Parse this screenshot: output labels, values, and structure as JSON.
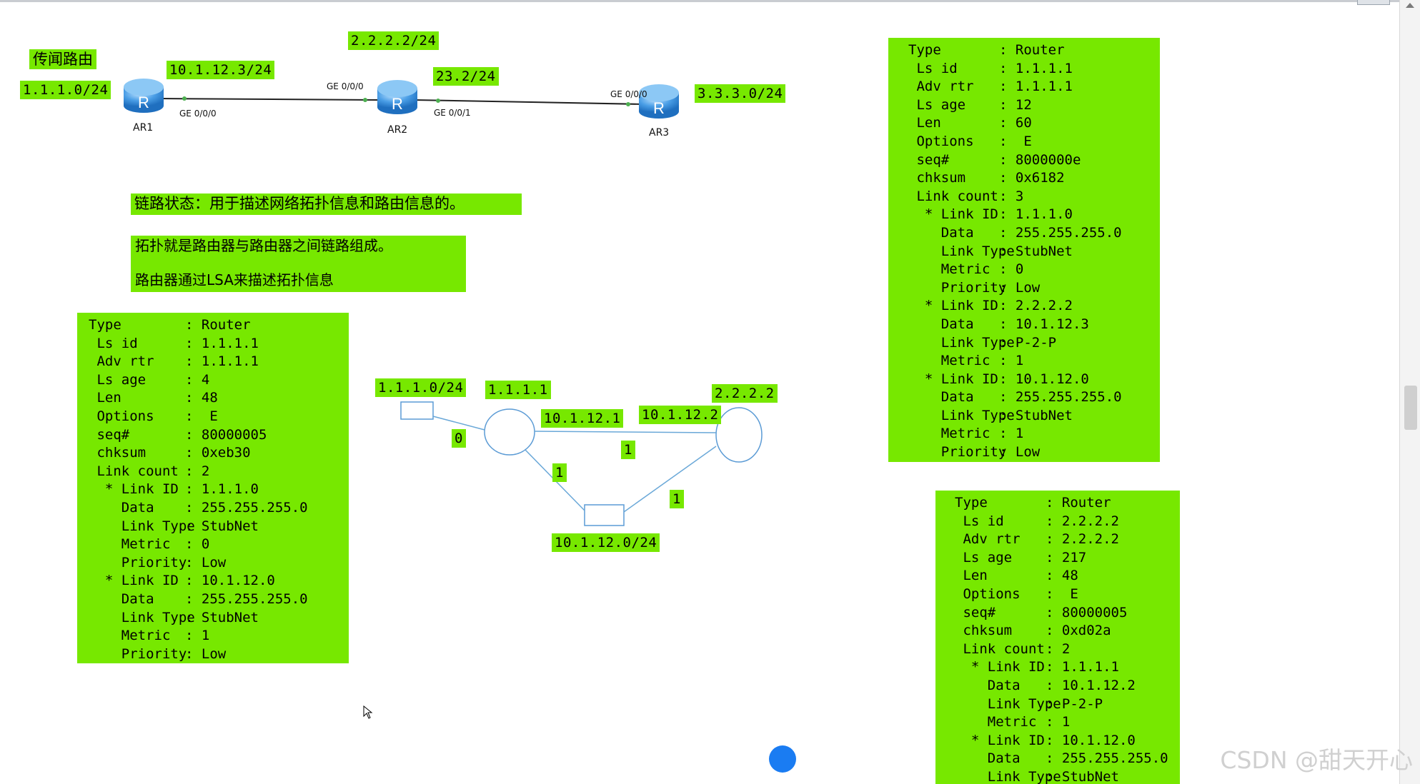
{
  "topology": {
    "rumor_label": "传闻路由",
    "network_ar1": "1.1.1.0/24",
    "network_ar3": "3.3.3.0/24",
    "ip_ar1_ar2": "10.1.12.3/24",
    "ip_ar2_loop": "2.2.2.2/24",
    "ip_ar2_ar3": "23.2/24",
    "devices": [
      "AR1",
      "AR2",
      "AR3"
    ],
    "ports": {
      "ar1_g0": "GE 0/0/0",
      "ar2_g0": "GE 0/0/0",
      "ar2_g1": "GE 0/0/1",
      "ar3_g0": "GE 0/0/0"
    }
  },
  "notes": {
    "link_state": "链路状态：用于描述网络拓扑信息和路由信息的。",
    "topology": "拓扑就是路由器与路由器之间链路组成。",
    "lsa": "路由器通过LSA来描述拓扑信息"
  },
  "lsdb_left": {
    "rows": [
      {
        "k": "Type      ",
        "v": ": Router"
      },
      {
        "k": " Ls id     ",
        "v": ": 1.1.1.1"
      },
      {
        "k": " Adv rtr   ",
        "v": ": 1.1.1.1"
      },
      {
        "k": " Ls age    ",
        "v": ": 4"
      },
      {
        "k": " Len       ",
        "v": ": 48"
      },
      {
        "k": " Options   ",
        "v": ":  E"
      },
      {
        "k": " seq#      ",
        "v": ": 80000005"
      },
      {
        "k": " chksum    ",
        "v": ": 0xeb30"
      },
      {
        "k": " Link count",
        "v": ": 2"
      },
      {
        "k": "  * Link ID",
        "v": ": 1.1.1.0"
      },
      {
        "k": "    Data   ",
        "v": ": 255.255.255.0"
      },
      {
        "k": "    Link Type",
        "v": ": StubNet"
      },
      {
        "k": "    Metric ",
        "v": ": 0"
      },
      {
        "k": "    Priority ",
        "v": ": Low"
      },
      {
        "k": "  * Link ID",
        "v": ": 10.1.12.0"
      },
      {
        "k": "    Data   ",
        "v": ": 255.255.255.0"
      },
      {
        "k": "    Link Type",
        "v": ": StubNet"
      },
      {
        "k": "    Metric ",
        "v": ": 1"
      },
      {
        "k": "    Priority ",
        "v": ": Low"
      }
    ]
  },
  "lsdb_right_top": {
    "rows": [
      {
        "k": "Type      ",
        "v": ": Router"
      },
      {
        "k": " Ls id     ",
        "v": ": 1.1.1.1"
      },
      {
        "k": " Adv rtr   ",
        "v": ": 1.1.1.1"
      },
      {
        "k": " Ls age    ",
        "v": ": 12"
      },
      {
        "k": " Len       ",
        "v": ": 60"
      },
      {
        "k": " Options   ",
        "v": ":  E"
      },
      {
        "k": " seq#      ",
        "v": ": 8000000e"
      },
      {
        "k": " chksum    ",
        "v": ": 0x6182"
      },
      {
        "k": " Link count",
        "v": ": 3"
      },
      {
        "k": "  * Link ID",
        "v": ": 1.1.1.0"
      },
      {
        "k": "    Data   ",
        "v": ": 255.255.255.0"
      },
      {
        "k": "    Link Type",
        "v": ": StubNet"
      },
      {
        "k": "    Metric ",
        "v": ": 0"
      },
      {
        "k": "    Priority ",
        "v": ": Low"
      },
      {
        "k": "  * Link ID",
        "v": ": 2.2.2.2"
      },
      {
        "k": "    Data   ",
        "v": ": 10.1.12.3"
      },
      {
        "k": "    Link Type",
        "v": ": P-2-P"
      },
      {
        "k": "    Metric ",
        "v": ": 1"
      },
      {
        "k": "  * Link ID",
        "v": ": 10.1.12.0"
      },
      {
        "k": "    Data   ",
        "v": ": 255.255.255.0"
      },
      {
        "k": "    Link Type",
        "v": ": StubNet"
      },
      {
        "k": "    Metric ",
        "v": ": 1"
      },
      {
        "k": "    Priority ",
        "v": ": Low"
      }
    ]
  },
  "lsdb_right_bottom": {
    "rows": [
      {
        "k": "Type      ",
        "v": ": Router"
      },
      {
        "k": " Ls id     ",
        "v": ": 2.2.2.2"
      },
      {
        "k": " Adv rtr   ",
        "v": ": 2.2.2.2"
      },
      {
        "k": " Ls age    ",
        "v": ": 217"
      },
      {
        "k": " Len       ",
        "v": ": 48"
      },
      {
        "k": " Options   ",
        "v": ":  E"
      },
      {
        "k": " seq#      ",
        "v": ": 80000005"
      },
      {
        "k": " chksum    ",
        "v": ": 0xd02a"
      },
      {
        "k": " Link count",
        "v": ": 2"
      },
      {
        "k": "  * Link ID",
        "v": ": 1.1.1.1"
      },
      {
        "k": "    Data   ",
        "v": ": 10.1.12.2"
      },
      {
        "k": "    Link Type",
        "v": ": P-2-P"
      },
      {
        "k": "    Metric ",
        "v": ": 1"
      },
      {
        "k": "  * Link ID",
        "v": ": 10.1.12.0"
      },
      {
        "k": "    Data   ",
        "v": ": 255.255.255.0"
      },
      {
        "k": "    Link Type",
        "v": ": StubNet"
      }
    ]
  },
  "graph": {
    "net_1": "1.1.1.0/24",
    "node_1": "1.1.1.1",
    "node_2": "2.2.2.2",
    "edge_ip_1": "10.1.12.1",
    "edge_ip_2": "10.1.12.2",
    "net_12": "10.1.12.0/24",
    "metric_stub": "0",
    "metric_p2p": "1",
    "metric_r1_net": "1",
    "metric_r2_net": "1"
  },
  "watermark": "CSDN @甜天开心",
  "colors": {
    "highlight": "#77e800",
    "line": "#6aa8d8",
    "router": "#3e8fd6"
  }
}
